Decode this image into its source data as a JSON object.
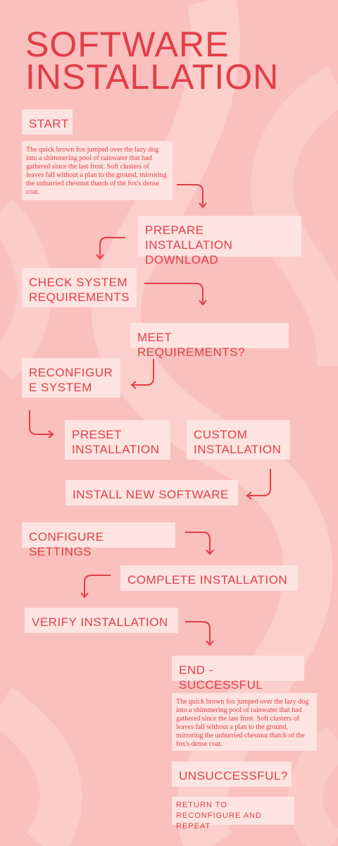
{
  "title": "SOFTWARE\nINSTALLATION",
  "steps": {
    "start": "START",
    "start_desc": "The quick brown fox jumped over the lazy dog into a shimmering pool of rainwater that had gathered since the last frost. Soft clusters of leaves fall without a plan to the ground, mirroring the unhurried chestnut thatch of the fox's dense coat.",
    "prepare": "PREPARE INSTALLATION DOWNLOAD",
    "check": "CHECK SYSTEM REQUIREMENTS",
    "meet": "MEET REQUIREMENTS?",
    "reconfigure": "RECONFIGUR E SYSTEM",
    "preset": "PRESET INSTALLATION",
    "custom": "CUSTOM INSTALLATION",
    "install": "INSTALL NEW SOFTWARE",
    "configure": "CONFIGURE SETTINGS",
    "complete": "COMPLETE INSTALLATION",
    "verify": "VERIFY INSTALLATION",
    "end_success": "END - SUCCESSFUL",
    "end_desc": "The quick brown fox jumped over the lazy dog into a shimmering pool of rainwater that had gathered since the last frost. Soft clusters of leaves fall without a plan to the ground, mirroring the unhurried chestnut thatch of the fox's dense coat.",
    "unsuccessful": "UNSUCCESSFUL?",
    "return": "RETURN TO RECONFIGURE AND REPEAT"
  },
  "colors": {
    "background": "#f9c0bd",
    "box": "#fde4e0",
    "accent": "#e23e48"
  }
}
